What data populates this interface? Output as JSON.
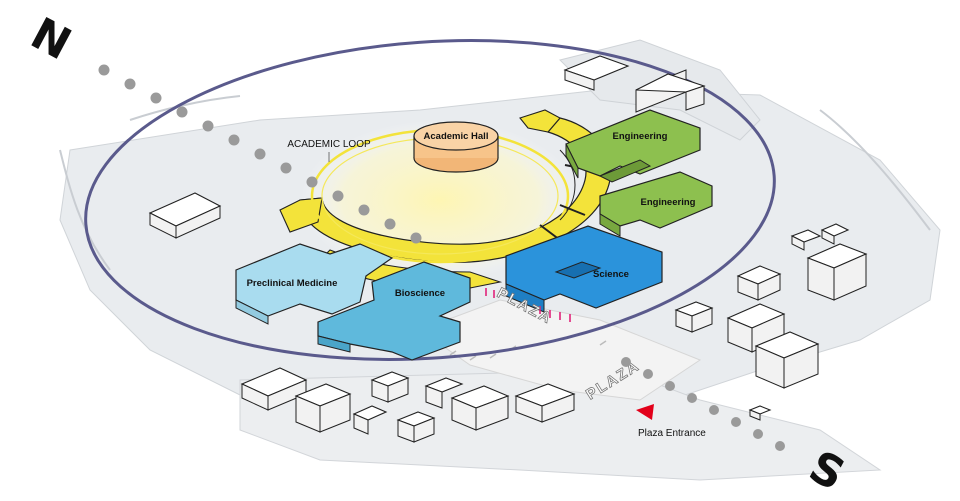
{
  "compass": {
    "north": "N",
    "south": "S"
  },
  "labels": {
    "academic_loop": "ACADEMIC LOOP",
    "academic_hall": "Academic Hall",
    "engineering_1": "Engineering",
    "engineering_2": "Engineering",
    "preclinical": "Preclinical Medicine",
    "bioscience": "Bioscience",
    "science": "Science",
    "plaza_1": "PLAZA",
    "plaza_2": "PLAZA",
    "plaza_entrance": "Plaza Entrance"
  },
  "colors": {
    "loop_yellow": "#f3e33a",
    "engineering_green": "#8dc04f",
    "science_blue": "#2b93db",
    "bioscience_blue": "#5fb9dc",
    "preclinical_blue": "#a9dcef",
    "academic_hall": "#f7c48a",
    "ring_purple": "#5a5a8c",
    "entrance_red": "#e2001a",
    "plaza_magenta": "#e0237a",
    "path_dots": "#9a9a9a"
  },
  "icons": {
    "entrance": "red-flag-icon"
  }
}
